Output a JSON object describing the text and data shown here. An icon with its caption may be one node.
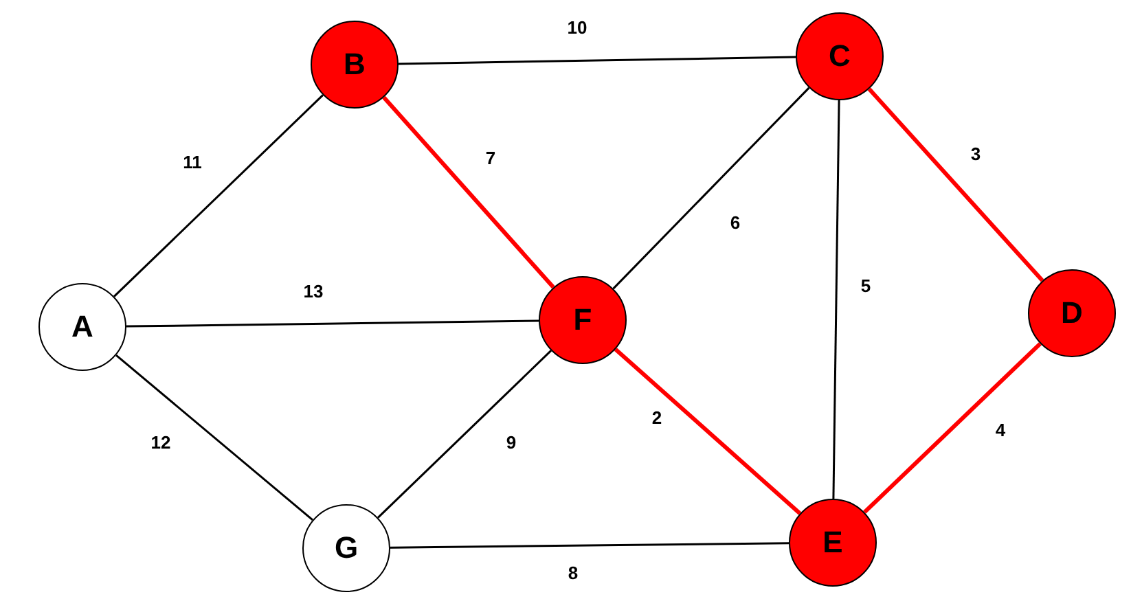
{
  "diagram": {
    "nodes": [
      {
        "text": [
          "A"
        ]
      },
      {
        "text": [
          "B"
        ]
      },
      {
        "text": [
          "C"
        ]
      },
      {
        "text": [
          "D"
        ]
      },
      {
        "text": [
          "E"
        ]
      },
      {
        "text": [
          "F"
        ]
      },
      {
        "text": [
          "G"
        ]
      }
    ],
    "edges": [
      {
        "from": 0,
        "to": 1,
        "arrow": "none",
        "label": "11"
      },
      {
        "from": 1,
        "to": 2,
        "arrow": "none",
        "label": "10"
      },
      {
        "from": 1,
        "to": 5,
        "arrow": "none",
        "label": "7",
        "style": "thick",
        "color": "#ff0000"
      },
      {
        "from": 0,
        "to": 5,
        "arrow": "none",
        "label": "13"
      },
      {
        "from": 2,
        "to": 5,
        "arrow": "none",
        "label": "6"
      },
      {
        "from": 2,
        "to": 4,
        "arrow": "none",
        "label": "5"
      },
      {
        "from": 2,
        "to": 3,
        "arrow": "none",
        "label": "3",
        "style": "thick",
        "color": "#ff0000"
      },
      {
        "from": 0,
        "to": 6,
        "arrow": "none",
        "label": "12"
      },
      {
        "from": 6,
        "to": 5,
        "arrow": "none",
        "label": "9"
      },
      {
        "from": 5,
        "to": 4,
        "arrow": "none",
        "label": "2",
        "style": "thick",
        "color": "#ff0000"
      },
      {
        "from": 6,
        "to": 4,
        "arrow": "none",
        "label": "8"
      },
      {
        "from": 3,
        "to": 4,
        "arrow": "none",
        "label": "4",
        "style": "thick",
        "color": "#ff0000"
      }
    ]
  }
}
